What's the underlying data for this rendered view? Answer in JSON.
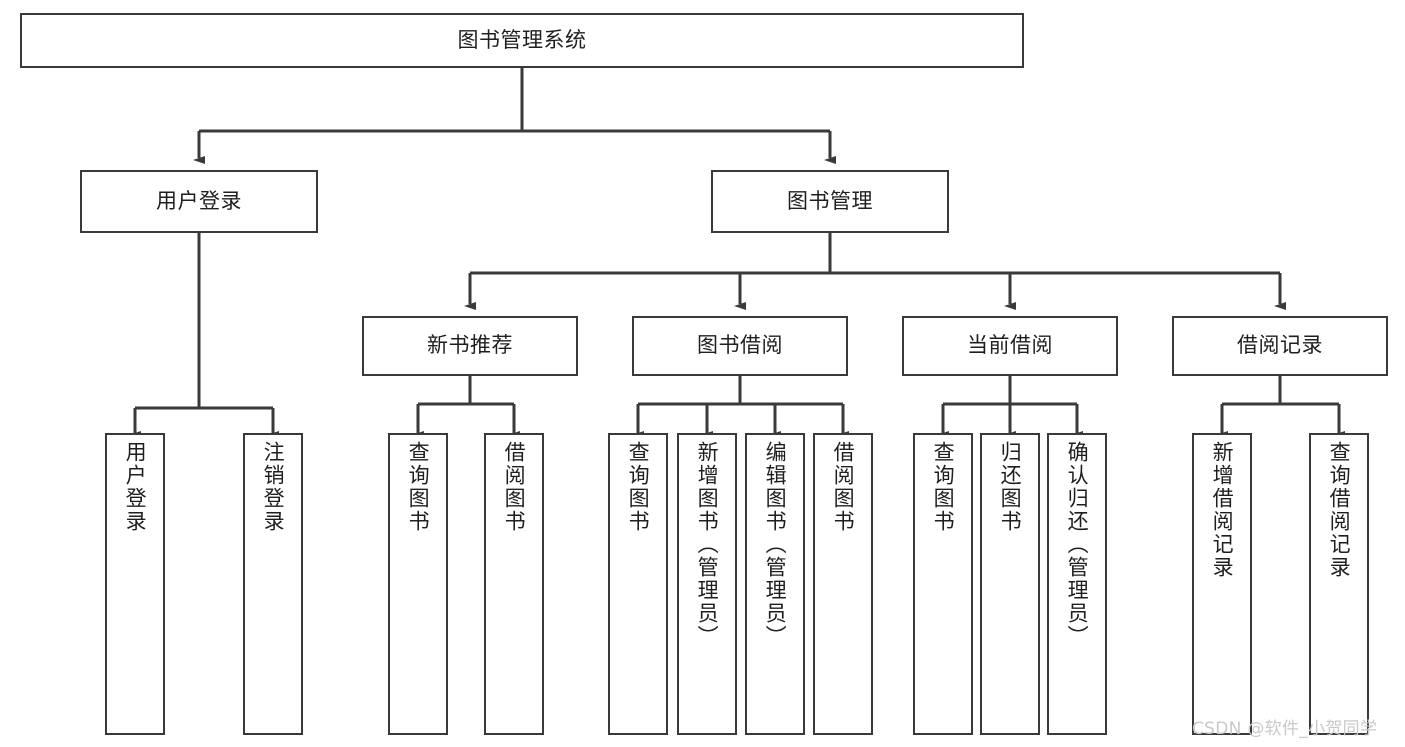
{
  "diagram": {
    "title": "图书管理系统",
    "watermark": "CSDN @软件_小贺同学",
    "line_color": "#3a3a3a",
    "box_fill": "#ffffff",
    "text_color": "#1f1f1f",
    "levels": {
      "root": "图书管理系统",
      "level2": [
        "用户登录",
        "图书管理"
      ],
      "level3": [
        "新书推荐",
        "图书借阅",
        "当前借阅",
        "借阅记录"
      ]
    },
    "nodes": {
      "root": {
        "label": "图书管理系统"
      },
      "user_login": {
        "label": "用户登录"
      },
      "book_manage": {
        "label": "图书管理"
      },
      "new_book_rec": {
        "label": "新书推荐"
      },
      "book_borrow": {
        "label": "图书借阅"
      },
      "current_borrow": {
        "label": "当前借阅"
      },
      "borrow_record": {
        "label": "借阅记录"
      },
      "leaf_user_login": {
        "label": "用户登录"
      },
      "leaf_logout": {
        "label": "注销登录"
      },
      "leaf_query_book_1": {
        "label": "查询图书"
      },
      "leaf_borrow_book_1": {
        "label": "借阅图书"
      },
      "leaf_query_book_2": {
        "label": "查询图书"
      },
      "leaf_add_book": {
        "label": "新增图书（管理员）"
      },
      "leaf_edit_book": {
        "label": "编辑图书（管理员）"
      },
      "leaf_borrow_book_2": {
        "label": "借阅图书"
      },
      "leaf_query_book_3": {
        "label": "查询图书"
      },
      "leaf_return_book": {
        "label": "归还图书"
      },
      "leaf_confirm_return": {
        "label": "确认归还（管理员）"
      },
      "leaf_add_record": {
        "label": "新增借阅记录"
      },
      "leaf_query_record": {
        "label": "查询借阅记录"
      }
    },
    "tree": {
      "图书管理系统": {
        "用户登录": [
          "用户登录",
          "注销登录"
        ],
        "图书管理": {
          "新书推荐": [
            "查询图书",
            "借阅图书"
          ],
          "图书借阅": [
            "查询图书",
            "新增图书（管理员）",
            "编辑图书（管理员）",
            "借阅图书"
          ],
          "当前借阅": [
            "查询图书",
            "归还图书",
            "确认归还（管理员）"
          ],
          "借阅记录": [
            "新增借阅记录",
            "查询借阅记录"
          ]
        }
      }
    }
  }
}
